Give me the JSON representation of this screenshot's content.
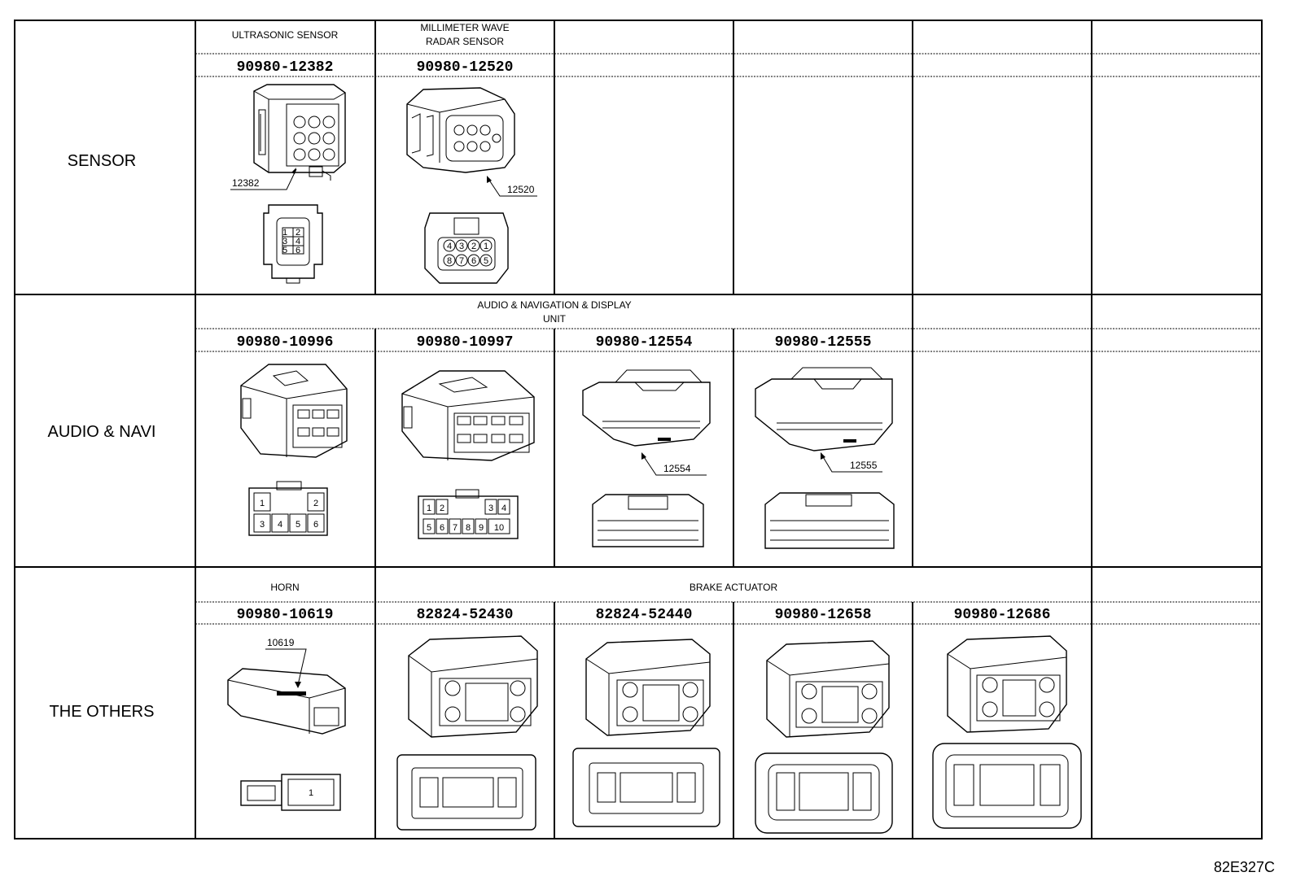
{
  "rows": [
    {
      "group": "SENSOR",
      "headers": [
        {
          "lines": [
            "ULTRASONIC SENSOR"
          ]
        },
        {
          "lines": [
            "MILLIMETER WAVE",
            "RADAR SENSOR"
          ]
        }
      ],
      "part_numbers": [
        "90980-12382",
        "90980-12520"
      ],
      "callouts": [
        "12382",
        "12520"
      ]
    },
    {
      "group": "AUDIO & NAVI",
      "headers": [
        {
          "lines": [
            "AUDIO & NAVIGATION & DISPLAY",
            "UNIT"
          ]
        }
      ],
      "part_numbers": [
        "90980-10996",
        "90980-10997",
        "90980-12554",
        "90980-12555"
      ],
      "callouts": [
        "12554",
        "12555"
      ]
    },
    {
      "group": "THE OTHERS",
      "headers": [
        {
          "lines": [
            "HORN"
          ]
        },
        {
          "lines": [
            "BRAKE ACTUATOR"
          ]
        }
      ],
      "part_numbers": [
        "90980-10619",
        "82824-52430",
        "82824-52440",
        "90980-12658",
        "90980-12686"
      ],
      "callouts": [
        "10619"
      ]
    }
  ],
  "pins": {
    "p12382": [
      "1",
      "2",
      "3",
      "4",
      "5",
      "6"
    ],
    "p12520": [
      "4",
      "3",
      "2",
      "1",
      "8",
      "7",
      "6",
      "5"
    ],
    "p10996": [
      "1",
      "2",
      "3",
      "4",
      "5",
      "6"
    ],
    "p10997": [
      "1",
      "2",
      "3",
      "4",
      "5",
      "6",
      "7",
      "8",
      "9",
      "10"
    ],
    "p10619": [
      "1"
    ]
  },
  "figure_code": "82E327C"
}
